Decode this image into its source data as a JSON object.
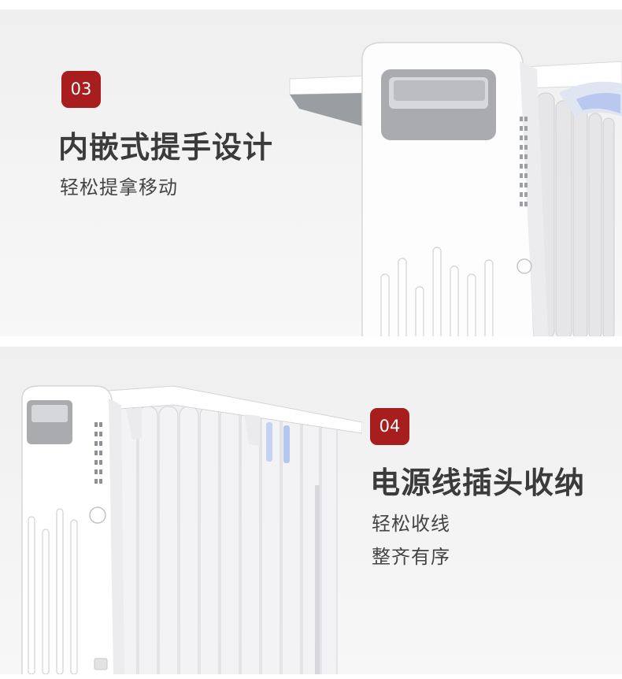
{
  "section_03": {
    "badge": "03",
    "title": "内嵌式提手设计",
    "subtitle": "轻松提拿移动"
  },
  "section_04": {
    "badge": "04",
    "title": "电源线插头收纳",
    "subtitle_lines": [
      "轻松收线",
      "整齐有序"
    ]
  },
  "colors": {
    "badge_bg": "#a81d1d",
    "title_text": "#3b3b3b",
    "background": "#f1f1f1"
  }
}
